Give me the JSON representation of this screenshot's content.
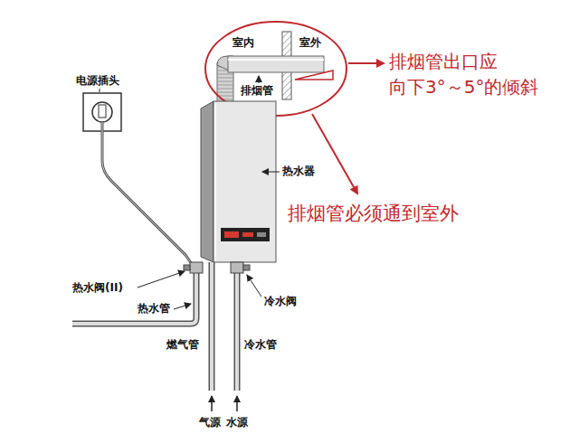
{
  "diagram": {
    "labels": [
      "电源插头",
      "室内",
      "室外",
      "排烟管",
      "排烟管出口应 向下3°～5°的倾斜",
      "排烟管必须通到室外",
      "热水器",
      "热水阀(II)",
      "热水管",
      "冷水阀",
      "燃气管",
      "冷水管",
      "气源",
      "水源"
    ]
  }
}
